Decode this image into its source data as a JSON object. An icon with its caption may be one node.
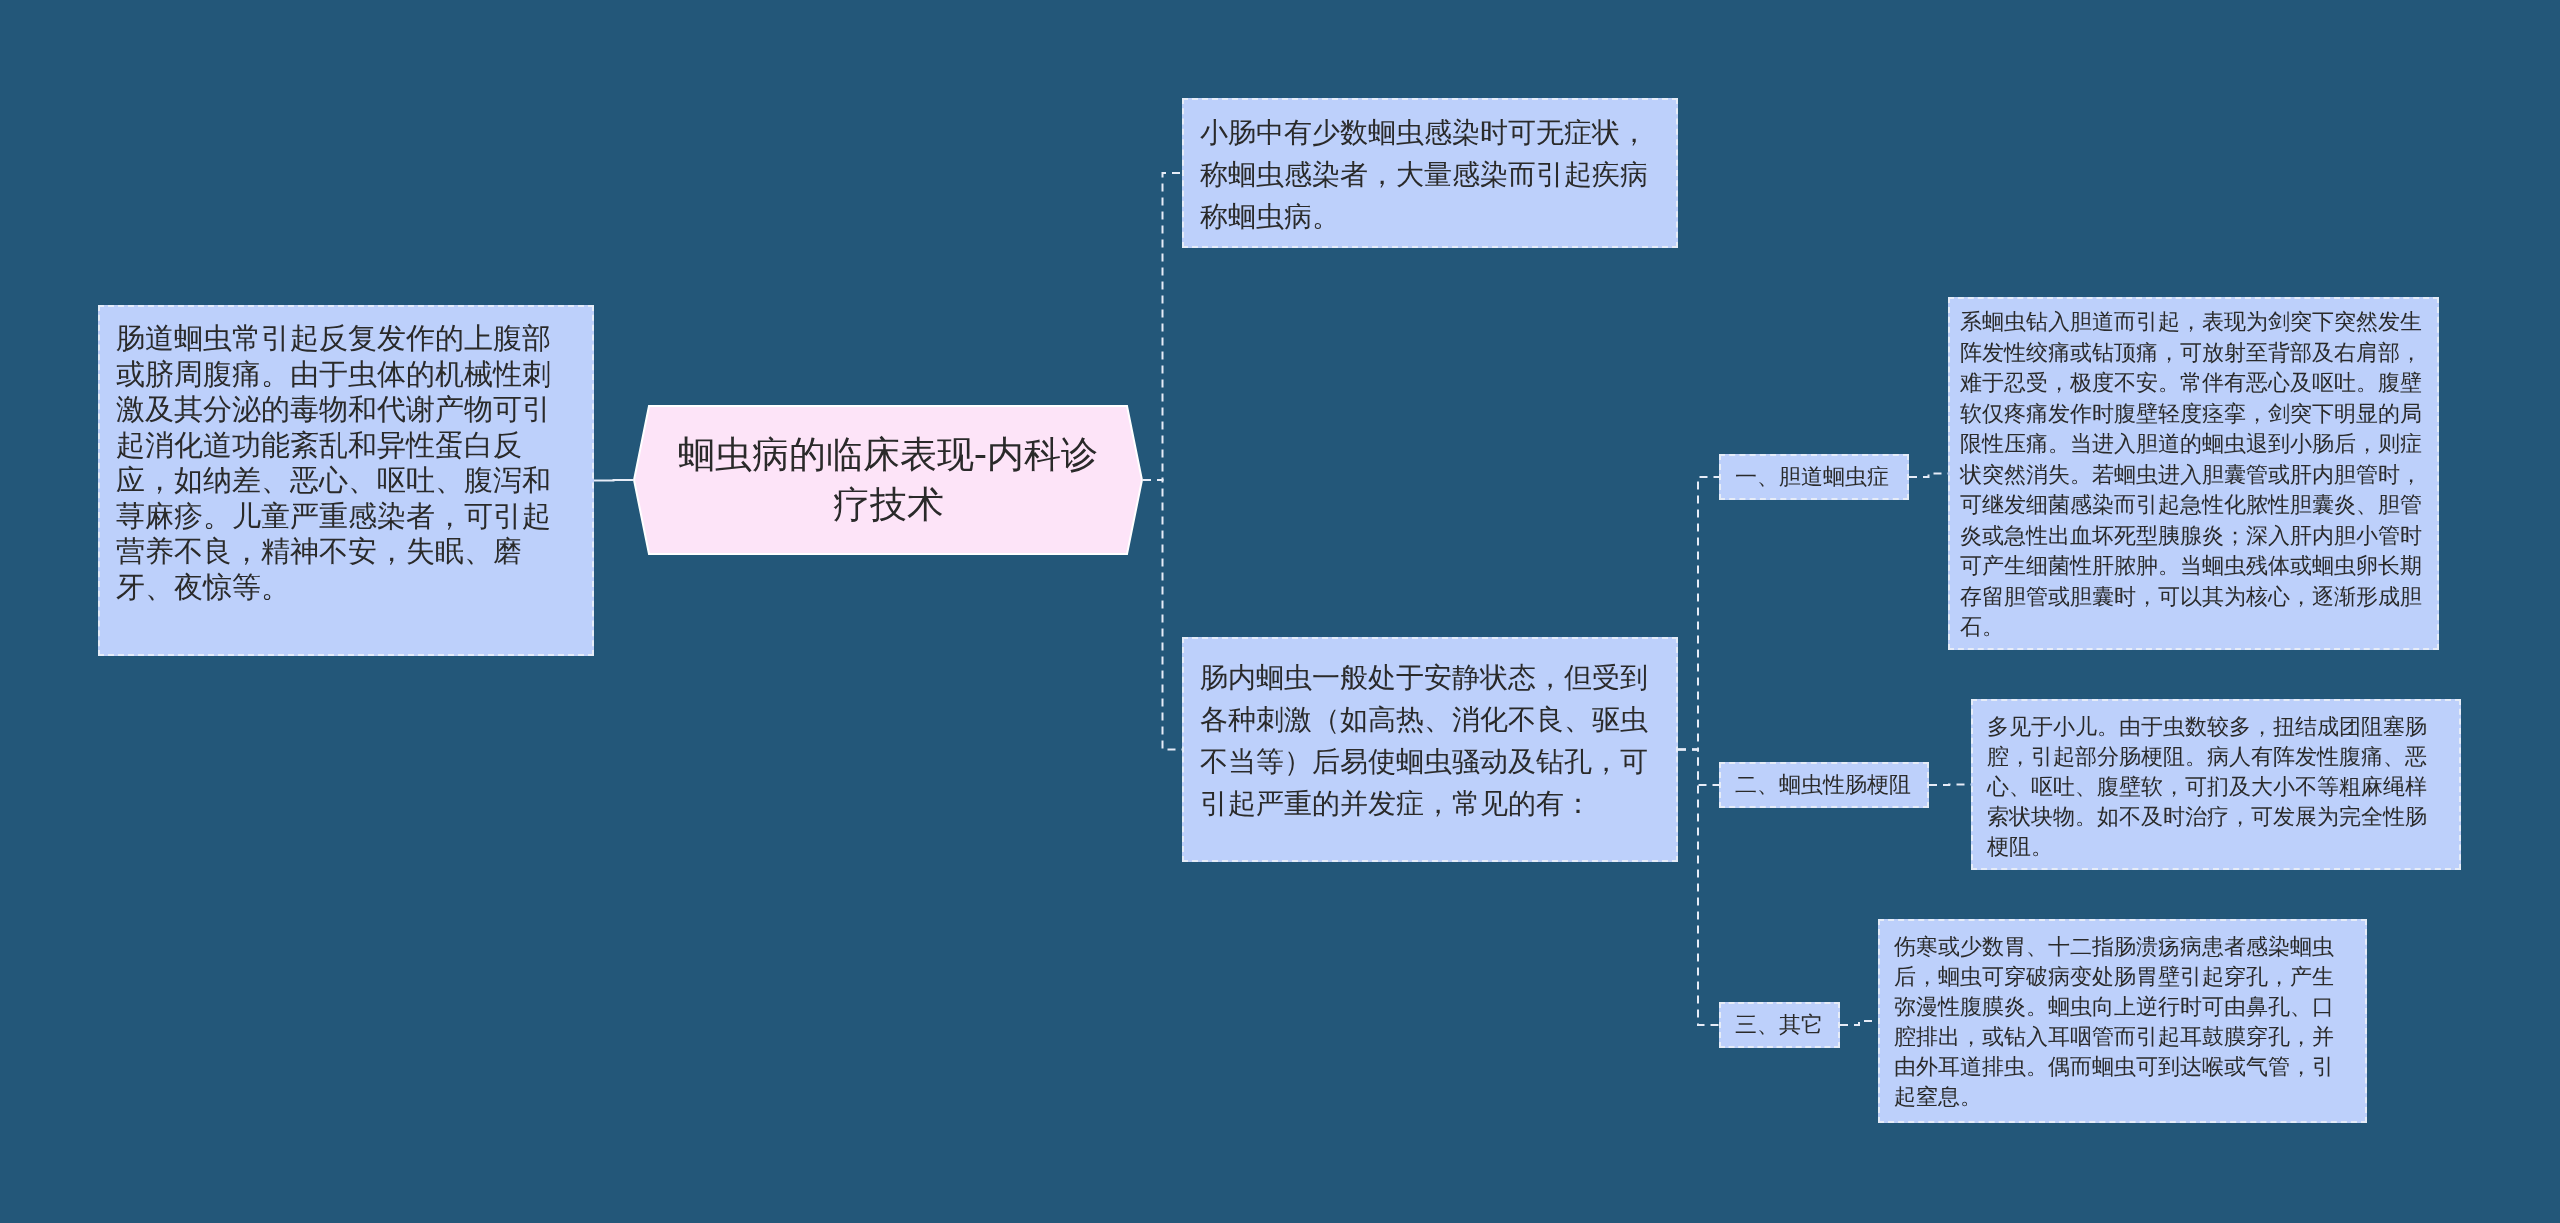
{
  "diagram": {
    "nodes": [
      {
        "text": [
          "蛔虫病的临床表现-内科诊疗技术"
        ]
      },
      {
        "text": [
          "肠道蛔虫常引起反复发作的上腹部或脐周腹痛。由于虫体的机械性刺激及其分泌的毒物和代谢产物可引起消化道功能紊乱和异性蛋白反应，如纳差、恶心、呕吐、腹泻和荨麻疹。儿童严重感染者，可引起营养不良，精神不安，失眠、磨牙、夜惊等。"
        ]
      },
      {
        "text": [
          "小肠中有少数蛔虫感染时可无症状，称蛔虫感染者，大量感染而引起疾病称蛔虫病。"
        ]
      },
      {
        "text": [
          "肠内蛔虫一般处于安静状态，但受到各种刺激（如高热、消化不良、驱虫不当等）后易使蛔虫骚动及钻孔，可引起严重的并发症，常见的有："
        ]
      },
      {
        "text": [
          "一、胆道蛔虫症"
        ]
      },
      {
        "text": [
          "系蛔虫钻入胆道而引起，表现为剑突下突然发生阵发性绞痛或钻顶痛，可放射至背部及右肩部，难于忍受，极度不安。常伴有恶心及呕吐。腹壁软仅疼痛发作时腹壁轻度痉挛，剑突下明显的局限性压痛。当进入胆道的蛔虫退到小肠后，则症状突然消失。若蛔虫进入胆囊管或肝内胆管时，可继发细菌感染而引起急性化脓性胆囊炎、胆管炎或急性出血坏死型胰腺炎；深入肝内胆小管时可产生细菌性肝脓肿。当蛔虫残体或蛔虫卵长期存留胆管或胆囊时，可以其为核心，逐渐形成胆石。"
        ]
      },
      {
        "text": [
          "二、蛔虫性肠梗阻"
        ]
      },
      {
        "text": [
          "多见于小儿。由于虫数较多，扭结成团阻塞肠腔，引起部分肠梗阻。病人有阵发性腹痛、恶心、呕吐、腹壁软，可扪及大小不等粗麻绳样索状块物。如不及时治疗，可发展为完全性肠梗阻。"
        ]
      },
      {
        "text": [
          "三、其它"
        ]
      },
      {
        "text": [
          "伤寒或少数胃、十二指肠溃疡病患者感染蛔虫后，蛔虫可穿破病变处肠胃壁引起穿孔，产生弥漫性腹膜炎。蛔虫向上逆行时可由鼻孔、口腔排出，或钻入耳咽管而引起耳鼓膜穿孔，并由外耳道排虫。偶而蛔虫可到达喉或气管，引起窒息。"
        ]
      }
    ],
    "edges": [
      {
        "from": 0,
        "to": 1,
        "arrow": "none"
      },
      {
        "from": 0,
        "to": 2,
        "arrow": "none",
        "style": "dashed"
      },
      {
        "from": 0,
        "to": 3,
        "arrow": "none",
        "style": "dashed"
      },
      {
        "from": 3,
        "to": 4,
        "arrow": "none",
        "style": "dashed"
      },
      {
        "from": 4,
        "to": 5,
        "arrow": "none",
        "style": "dashed"
      },
      {
        "from": 3,
        "to": 6,
        "arrow": "none",
        "style": "dashed"
      },
      {
        "from": 6,
        "to": 7,
        "arrow": "none",
        "style": "dashed"
      },
      {
        "from": 3,
        "to": 8,
        "arrow": "none",
        "style": "dashed"
      },
      {
        "from": 8,
        "to": 9,
        "arrow": "none",
        "style": "dashed"
      }
    ]
  }
}
